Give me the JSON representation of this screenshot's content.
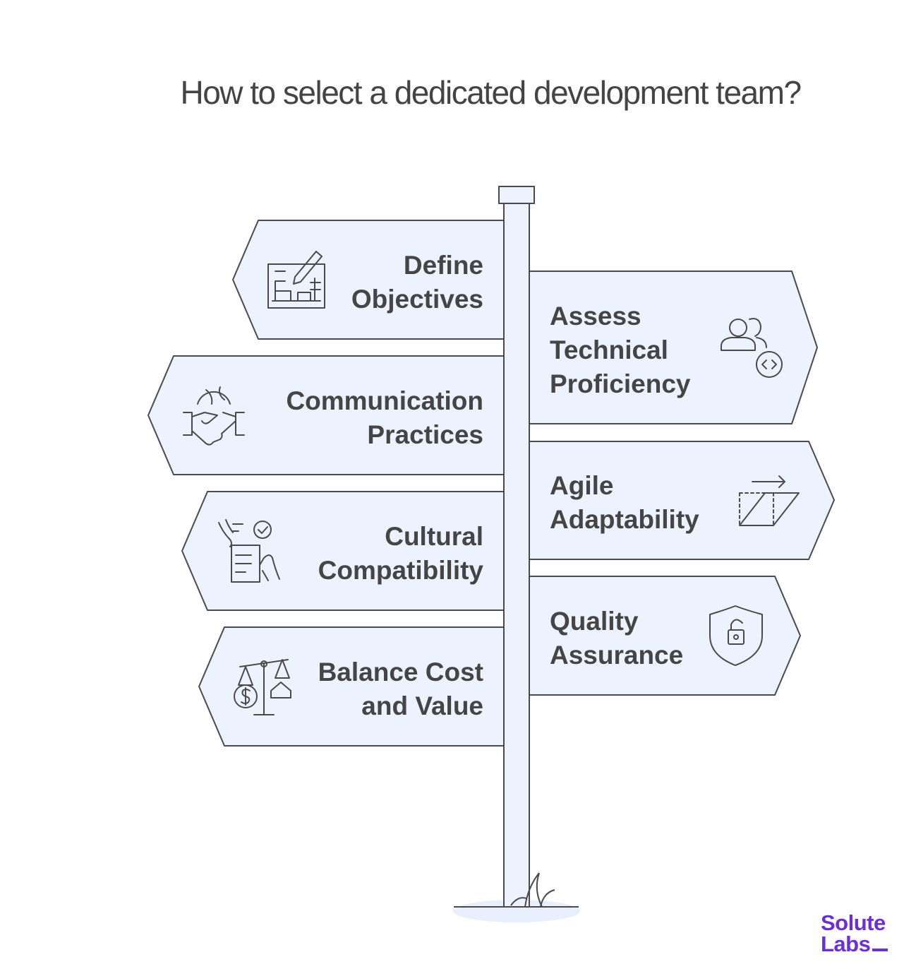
{
  "title": "How to select a dedicated development team?",
  "colors": {
    "sign_fill": "#edf3fe",
    "stroke": "#4a4a4a",
    "text": "#454545",
    "brand": "#6a2fd6"
  },
  "signs_left": [
    {
      "lines": [
        "Define",
        "Objectives"
      ],
      "icon": "blueprint-pencil-icon"
    },
    {
      "lines": [
        "Communication",
        "Practices"
      ],
      "icon": "globe-handshake-icon"
    },
    {
      "lines": [
        "Cultural",
        "Compatibility"
      ],
      "icon": "document-check-hands-icon"
    },
    {
      "lines": [
        "Balance Cost",
        "and Value"
      ],
      "icon": "scale-dollar-house-icon"
    }
  ],
  "signs_right": [
    {
      "lines": [
        "Assess",
        "Technical",
        "Proficiency"
      ],
      "icon": "users-code-icon"
    },
    {
      "lines": [
        "Agile",
        "Adaptability"
      ],
      "icon": "parallelogram-arrow-icon"
    },
    {
      "lines": [
        "Quality",
        "Assurance"
      ],
      "icon": "shield-lock-icon"
    }
  ],
  "logo": {
    "line1": "Solute",
    "line2": "Labs"
  }
}
